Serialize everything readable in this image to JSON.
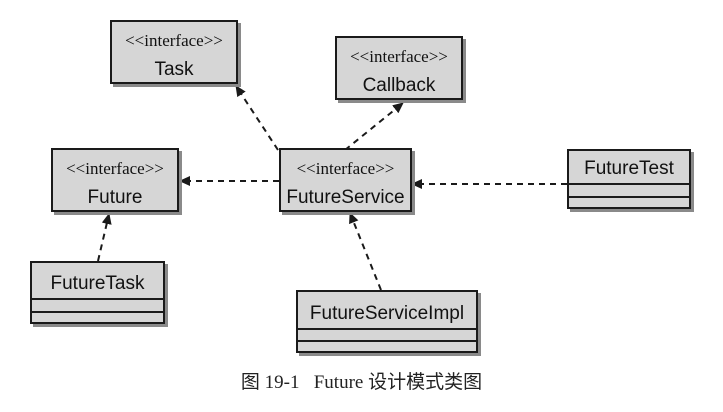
{
  "classes": {
    "task": {
      "stereotype": "<<interface>>",
      "name": "Task"
    },
    "callback": {
      "stereotype": "<<interface>>",
      "name": "Callback"
    },
    "future": {
      "stereotype": "<<interface>>",
      "name": "Future"
    },
    "future_service": {
      "stereotype": "<<interface>>",
      "name": "FutureService"
    },
    "future_test": {
      "name": "FutureTest"
    },
    "future_task": {
      "name": "FutureTask"
    },
    "future_service_impl": {
      "name": "FutureServiceImpl"
    }
  },
  "caption": {
    "figure_no": "图 19-1",
    "title": "Future 设计模式类图"
  }
}
